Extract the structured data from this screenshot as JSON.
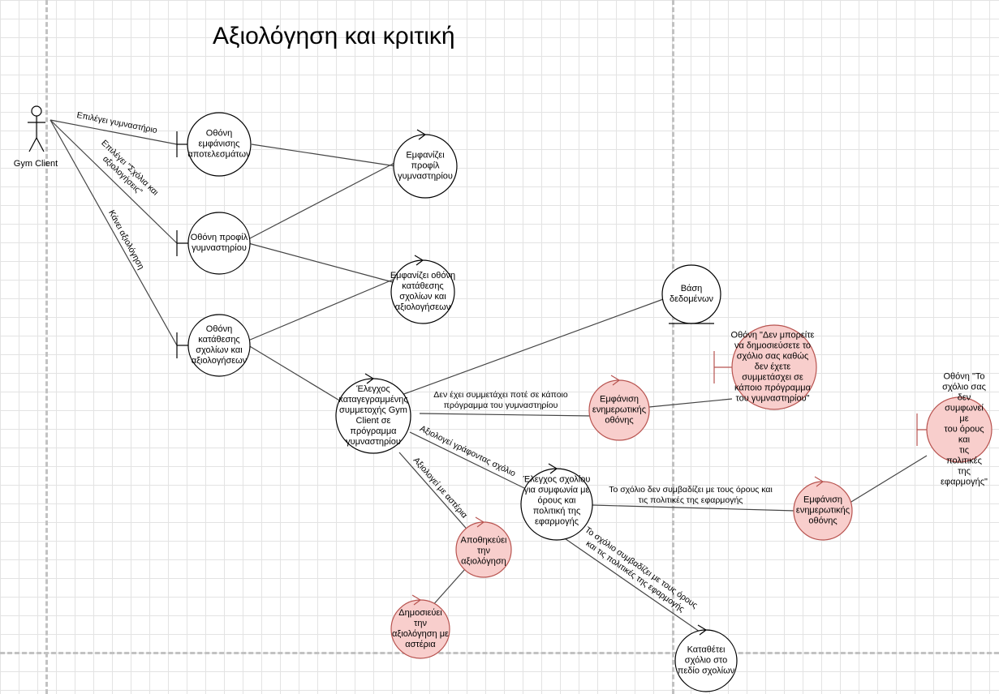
{
  "title": "Αξιολόγηση και κριτική",
  "actor": {
    "name": "Gym Client"
  },
  "colors": {
    "controller_fill": "#f8cecc",
    "controller_stroke": "#b85450",
    "default_fill": "#ffffff",
    "line": "#444444"
  },
  "nodes": {
    "results_screen": "Οθόνη\nεμφάνισης\nαποτελεσμάτων",
    "show_gym_profile": "Εμφανίζει\nπροφίλ\nγυμναστηρίου",
    "gym_profile_screen": "Οθόνη προφίλ\nγυμναστηρίου",
    "show_review_screen": "Εμφανίζει οθόνη\nκατάθεσης\nσχολίων και\nαξιολογήσεων",
    "review_screen": "Οθόνη\nκατάθεσης\nσχολίων και\nαξιολογήσεων",
    "database": "Βάση\nδεδομένων",
    "check_participation": "Έλεγχος\nκαταγεγραμμένης\nσυμμετοχής Gym\nClient σε\nπρόγραμμα\nγυμναστηρίου",
    "info_screen_1": "Εμφάνιση\nενημερωτικής\nοθόνης",
    "cannot_post_screen": "Οθόνη \"Δεν μπορείτε\nνα δημοσιεύσετε το\nσχόλιο σας καθώς\nδεν έχετε\nσυμμετάσχει σε\nκάποιο πρόγραμμα\nτου γυμναστηρίου\"",
    "check_comment": "Έλεγχος σχολίου\nγια συμφωνία με\nόρους και\nπολιτική της\nεφαρμογής",
    "info_screen_2": "Εμφάνιση\nενημερωτικής\nοθόνης",
    "not_agree_screen": "Οθόνη \"Το\nσχόλιο σας δεν\nσυμφωνεί με\nτου όρους και\nτις πολιτικές της\nεφαρμογής\"",
    "save_rating": "Αποθηκεύει\nτην\nαξιολόγηση",
    "publish_rating": "Δημοσιεύει\nτην\nαξιολόγηση με\nαστέρια",
    "submit_comment": "Καταθέτει\nσχόλιο στο\nπεδίο σχολίων"
  },
  "edges": {
    "selects_gym": "Επιλέγει γυμναστήριο",
    "selects_comments": "Επιλέγει \"Σχόλια και\nαξιολογήσεις\"",
    "makes_review": "Κάνει αξιολόγηση",
    "never_participated": "Δεν έχει συμμετάχει ποτέ σε κάποιο\nπρόγραμμα του γυμναστηρίου",
    "rates_with_comment": "Αξιολογεί γράφοντας σχόλιο",
    "rates_with_stars": "Αξιολογεί με αστέρια",
    "comment_not_agree": "Το σχόλιο δεν συμβαδίζει με τους όρους και\nτις πολιτικές της εφαρμογής",
    "comment_agrees": "Το σχόλιο συμβαδίζει με τους όρους\nκαι τις πολιτικές της εφαρμογής"
  }
}
